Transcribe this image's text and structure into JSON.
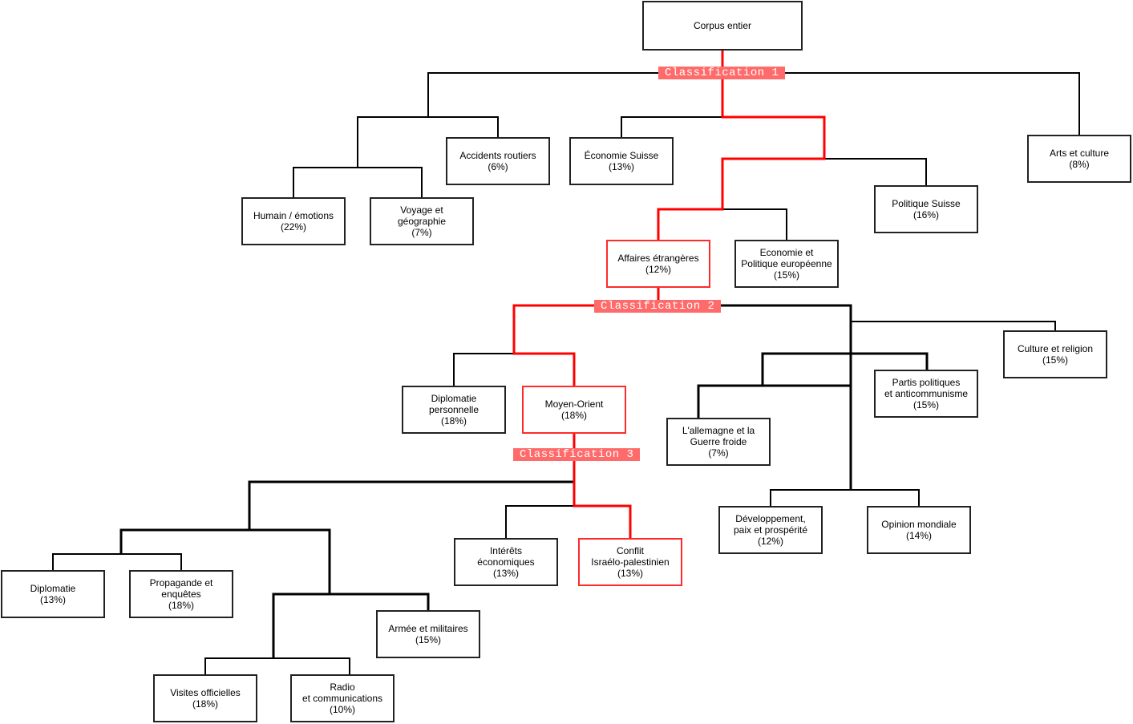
{
  "title": "Corpus entier",
  "classifications": [
    "Classification 1",
    "Classification 2",
    "Classification 3"
  ],
  "colors": {
    "highlight": "#ff0000",
    "label_bg": "#ff6b6b",
    "line": "#000000"
  },
  "nodes": {
    "corpus": "Corpus entier",
    "accidents": "Accidents routiers\n(6%)",
    "economie_suisse": "Économie Suisse\n(13%)",
    "arts": "Arts et culture\n(8%)",
    "humain": "Humain / émotions\n(22%)",
    "voyage": "Voyage et\ngéographie\n(7%)",
    "politique_suisse": "Politique Suisse\n(16%)",
    "affaires": "Affaires étrangères\n(12%)",
    "eco_pol_eu": "Economie et\nPolitique européenne\n(15%)",
    "culture_religion": "Culture et religion\n(15%)",
    "diplomatie_perso": "Diplomatie\npersonnelle\n(18%)",
    "moyen_orient": "Moyen-Orient\n(18%)",
    "partis": "Partis politiques\net anticommunisme\n(15%)",
    "allemagne": "L'allemagne et la\nGuerre froide\n(7%)",
    "developpement": "Développement,\npaix et prospérité\n(12%)",
    "opinion": "Opinion mondiale\n(14%)",
    "interets": "Intérêts\néconomiques\n(13%)",
    "conflit": "Conflit\nIsraélo-palestinien\n(13%)",
    "diplomatie": "Diplomatie\n(13%)",
    "propagande": "Propagande et\nenquêtes\n(18%)",
    "armee": "Armée et militaires\n(15%)",
    "visites": "Visites officielles\n(18%)",
    "radio": "Radio\net communications\n(10%)"
  }
}
